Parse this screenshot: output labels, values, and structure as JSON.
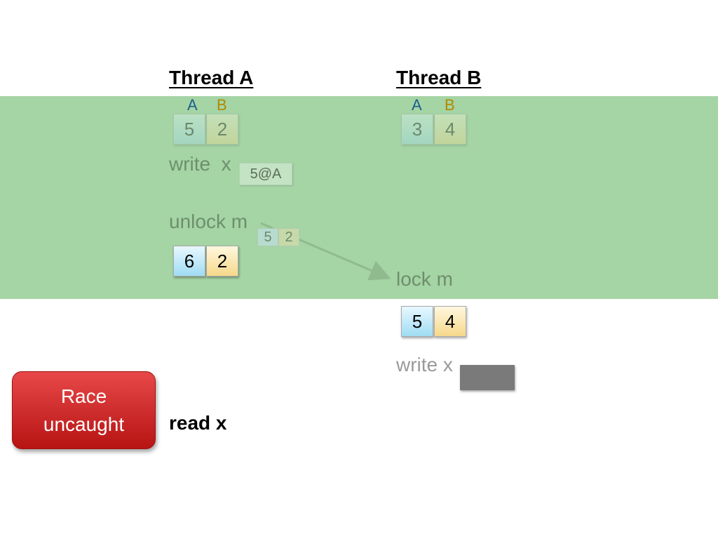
{
  "thread_a": {
    "title": "Thread A",
    "col_a": "A",
    "col_b": "B",
    "clock_initial": [
      "5",
      "2"
    ],
    "write_label": "write  x",
    "write_stamp": "5@A",
    "unlock_label": "unlock m",
    "released_clock": [
      "5",
      "2"
    ],
    "clock_after_unlock": [
      "6",
      "2"
    ],
    "read_label": "read x"
  },
  "thread_b": {
    "title": "Thread B",
    "col_a": "A",
    "col_b": "B",
    "clock_initial": [
      "3",
      "4"
    ],
    "lock_label": "lock m",
    "clock_after_lock": [
      "5",
      "4"
    ],
    "write_label": "write x"
  },
  "race_button": {
    "line1": "Race",
    "line2": "uncaught"
  },
  "colors": {
    "band": "#a5d4a5",
    "race_button": "#d42a2a",
    "cell_a": "#bfe9fb",
    "cell_b": "#fbe6ad"
  }
}
